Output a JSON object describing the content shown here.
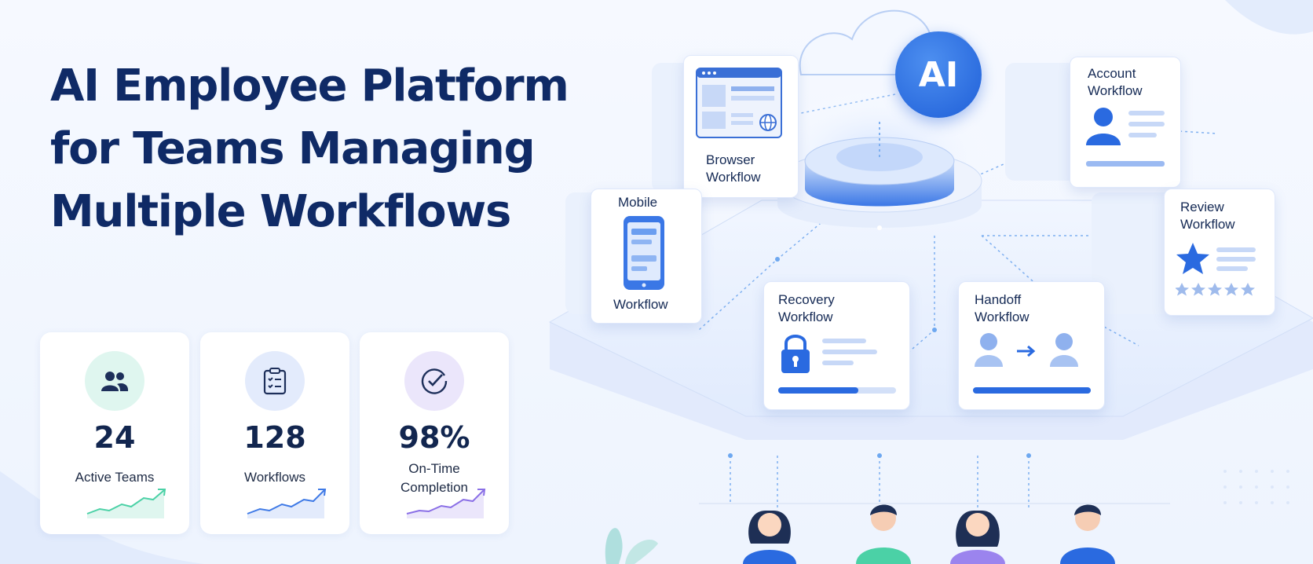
{
  "headline": {
    "line1": "AI Employee Platform",
    "line2": "for Teams Managing",
    "line3": "Multiple Workflows"
  },
  "stats": [
    {
      "value": "24",
      "label": "Active Teams",
      "icon": "team-icon"
    },
    {
      "value": "128",
      "label": "Workflows",
      "icon": "clipboard-icon"
    },
    {
      "value": "98%",
      "label_line1": "On-Time",
      "label_line2": "Completion",
      "icon": "check-circle-icon"
    }
  ],
  "ai_hub": {
    "label": "AI"
  },
  "workflows": {
    "browser": {
      "line1": "Browser",
      "line2": "Workflow"
    },
    "mobile": {
      "line1": "Mobile",
      "line2": "Workflow"
    },
    "account": {
      "line1": "Account",
      "line2": "Workflow"
    },
    "review": {
      "line1": "Review",
      "line2": "Workflow"
    },
    "recovery": {
      "line1": "Recovery",
      "line2": "Workflow"
    },
    "handoff": {
      "line1": "Handoff",
      "line2": "Workflow"
    }
  },
  "colors": {
    "headline": "#0f2a66",
    "accent_blue": "#2a6ae0",
    "team_green": "#4bd1a6",
    "team_purple": "#9b84ee"
  },
  "people": [
    "person-icon",
    "person-icon",
    "person-icon",
    "person-icon"
  ]
}
